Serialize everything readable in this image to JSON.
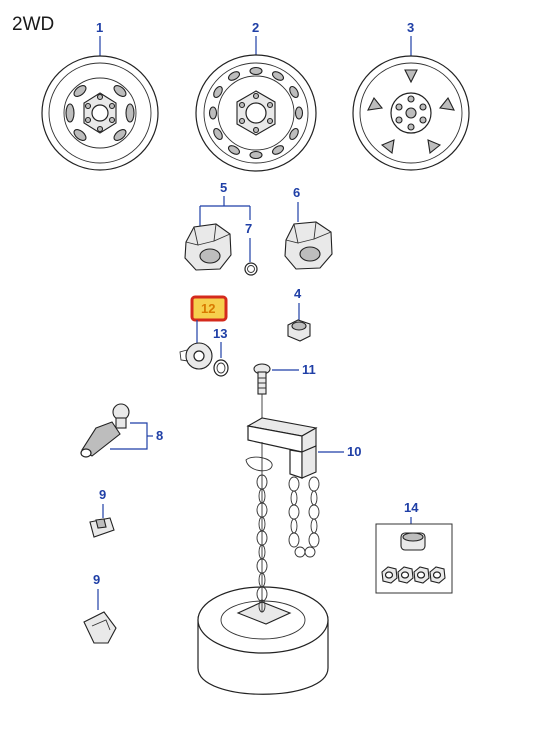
{
  "header": {
    "drive_type": "2WD"
  },
  "callouts": {
    "c1": "1",
    "c2": "2",
    "c3": "3",
    "c4": "4",
    "c5": "5",
    "c6": "6",
    "c7": "7",
    "c8": "8",
    "c9a": "9",
    "c9b": "9",
    "c10": "10",
    "c11": "11",
    "c12": "12",
    "c13": "13",
    "c14": "14"
  },
  "colors": {
    "callout": "#1f3fa6",
    "highlight_fill": "#f6cf4d",
    "highlight_border": "#d42a1c",
    "highlight_text": "#d87a00"
  }
}
